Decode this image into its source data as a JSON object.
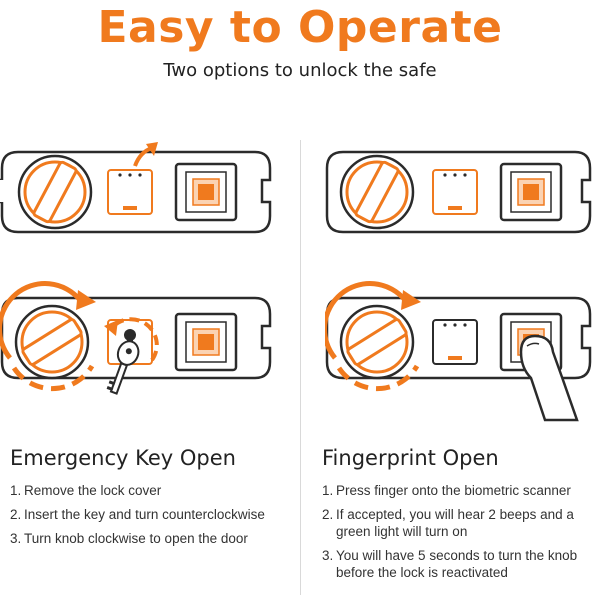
{
  "header": {
    "title": "Easy to Operate",
    "subtitle": "Two options to unlock the safe"
  },
  "left": {
    "heading": "Emergency Key Open",
    "steps": [
      {
        "num": "1.",
        "text": "Remove the lock cover"
      },
      {
        "num": "2.",
        "text": "Insert the key and turn counterclockwise"
      },
      {
        "num": "3.",
        "text": "Turn knob clockwise to open the door"
      }
    ]
  },
  "right": {
    "heading": "Fingerprint Open",
    "steps": [
      {
        "num": "1.",
        "text": "Press finger onto the biometric scanner"
      },
      {
        "num": "2.",
        "text": "If accepted, you will hear 2 beeps and a green light will turn on"
      },
      {
        "num": "3.",
        "text": "You will have 5 seconds to turn the knob before the lock is reactivated"
      }
    ]
  },
  "colors": {
    "accent": "#f07a1e",
    "outline": "#2b2b2b"
  }
}
